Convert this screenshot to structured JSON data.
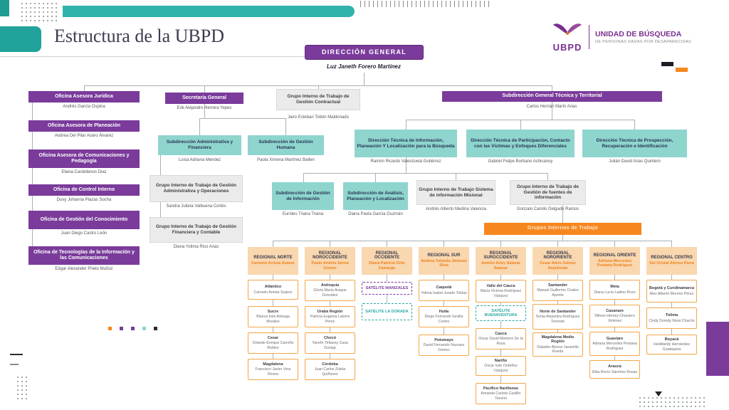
{
  "header": {
    "title": "Estructura de la UBPD",
    "logo": {
      "acronym": "UBPD",
      "line1": "UNIDAD DE BÚSQUEDA",
      "line2": "DE PERSONAS DADAS POR DESAPARECIDAS"
    }
  },
  "colors": {
    "purple": "#7A3B9B",
    "teal_box": "#8ED5CE",
    "teal_accent": "#2FB3AA",
    "orange": "#F6871F",
    "gray_box": "#EBEBEB"
  },
  "org": {
    "direccion_general": {
      "title": "DIRECCIÓN GENERAL",
      "name": "Luz Janeth Forero Martínez"
    },
    "oficinas": [
      {
        "title": "Oficina Asesora Jurídica",
        "name": "Andrés García Ospina"
      },
      {
        "title": "Oficina Asesora de Planeación",
        "name": "Andrea Del Pilar Acero Álvarez"
      },
      {
        "title": "Oficina Asesora de Comunicaciones y Pedagogía",
        "name": "Eliana Castellanos Diaz"
      },
      {
        "title": "Oficina de Control Interno",
        "name": "Duvy Johanna Plazas Socha"
      },
      {
        "title": "Oficina de Gestión del Conocimiento",
        "name": "Juan Diego Castro León"
      },
      {
        "title": "Oficina de Tecnologías de la Información y las Comunicaciones",
        "name": "Edgar Alexander Prieto Muñoz"
      }
    ],
    "secretaria_general": {
      "title": "Secretaría General",
      "name": "Erik Alejandro Herrera Yepes"
    },
    "git_contractual": {
      "title": "Grupo Interno de Trabajo de Gestión Contractual",
      "name": "Jairo Esteban Tobón Maldonado"
    },
    "sub_admin_financiera": {
      "title": "Subdirección Administrativa y Financiera",
      "name": "Luisa Adriana Mendez"
    },
    "sub_gestion_humana": {
      "title": "Subdirección de Gestión Humana",
      "name": "Paola Ximena Martínez Ballen"
    },
    "git_admin_operaciones": {
      "title": "Grupo Interno de Trabajo de Gestión Administrativa y Operaciones",
      "name": "Sandra Julieta Valbuena Cortés"
    },
    "git_financiera": {
      "title": "Grupo Interno de Trabajo de Gestión Financiera y Contable",
      "name": "Diana Yolima Rico Arias"
    },
    "sub_general_tecnica": {
      "title": "Subdirección General Técnica y Territorial",
      "name": "Carlos Hernán Marín Arias"
    },
    "direcciones_tecnicas": [
      {
        "title": "Dirección Técnica de Información, Planeación Y Localización para la Búsqueda",
        "name": "Ramón Ricardo Valenzuela Gutiérrez"
      },
      {
        "title": "Dirección Técnica de Participación, Contacto con las Víctimas y Enfoques Diferenciales",
        "name": "Gabriel Felipe Burbano Achicanoy"
      },
      {
        "title": "Dirección Técnica de Prospección, Recuperación e Identificación",
        "name": "Julián David Arias Quintero"
      }
    ],
    "sub_gestion_informacion": {
      "title": "Subdirección de Gestión de Información",
      "name": "Eurídes Triana Triana"
    },
    "sub_analisis": {
      "title": "Subdirección de Análisis, Planeación y Localización",
      "name": "Diana Paola García Guzmán"
    },
    "git_sistema_misional": {
      "title": "Grupo Interno de Trabajo Sistema de información Misional",
      "name": "Andrés Alberto Medina Valencia"
    },
    "git_fuentes": {
      "title": "Grupo Interno de Trabajo de Gestión de fuentes de información",
      "name": "Gonzalo Camilo Delgado Ramos"
    },
    "banner": "Grupos Internos de Trabajo",
    "regionales": [
      {
        "title": "REGIONAL NORTE",
        "name": "Carmelo Arrieta Suárez",
        "units": [
          {
            "title": "Atlántico",
            "name": "Carmelo Arrieta Suárez"
          },
          {
            "title": "Sucre",
            "name": "Blanca Inés Arteaga Morales"
          },
          {
            "title": "Cesar",
            "name": "Orlando Enrique Carreño Robles"
          },
          {
            "title": "Magdalena",
            "name": "Francisco Javier Vera Rivera"
          }
        ]
      },
      {
        "title": "REGIONAL NOROCCIDENTE",
        "name": "Paulo Andrés Serna Gómez",
        "units": [
          {
            "title": "Antioquia",
            "name": "Gloria María Araque González"
          },
          {
            "title": "Urabá Región",
            "name": "Patricia Eugenia Latorre Perez"
          },
          {
            "title": "Chocó",
            "name": "Yaneth Yirliasny Casa Dunlap"
          },
          {
            "title": "Córdoba",
            "name": "Juan Carlos Zuleta Quiñonez"
          }
        ]
      },
      {
        "title": "REGIONAL OCCIDENTE",
        "name": "Diana Patricia Ortiz Camargo",
        "units": [
          {
            "title": "SATÉLITE MANIZALES",
            "name": ""
          },
          {
            "title": "SATÉLITE LA DORADA",
            "name": ""
          }
        ]
      },
      {
        "title": "REGIONAL SUR",
        "name": "Andrea Yolanda Jiménez Silva",
        "units": [
          {
            "title": "Caquetá",
            "name": "Yolima Isabel Jurado Tobías"
          },
          {
            "title": "Huila",
            "name": "Diego Fernando Sevilla Cortes"
          },
          {
            "title": "Putumayo",
            "name": "David Fernando Narvaez Gomez"
          }
        ]
      },
      {
        "title": "REGIONAL SUROCCIDENTE",
        "name": "Andrés Arley Salazar Salazar",
        "units": [
          {
            "title": "Valle del Cauca",
            "name": "María Victoria Rodríguez Vásquez"
          },
          {
            "title": "SATÉLITE BUENAVENTURA",
            "name": ""
          },
          {
            "title": "Cauca",
            "name": "Oscar David Montero De la Rosa"
          },
          {
            "title": "Nariño",
            "name": "Oscar Iván Ordoñez Vásquez"
          },
          {
            "title": "Pacífico Nariñense",
            "name": "Amanda Carlota Castillo Tenorio"
          }
        ]
      },
      {
        "title": "REGIONAL NORORIENTE",
        "name": "Cesar Abrio Gómez Sepúlveda",
        "units": [
          {
            "title": "Santander",
            "name": "Manuel Guillermo Criales Aponte"
          },
          {
            "title": "Norte de Santander",
            "name": "Sonia Alejandra Rodríguez Torrente"
          },
          {
            "title": "Magdalena Medio Región",
            "name": "Daladier Alonso Jaramillo Rueda"
          }
        ]
      },
      {
        "title": "REGIONAL ORIENTE",
        "name": "Adriana Mercedes Pestana Rodríguez",
        "units": [
          {
            "title": "Meta",
            "name": "Diana Lucía Ladino Rozo"
          },
          {
            "title": "Casanare",
            "name": "Wilson Herney Chavarro Jiménez"
          },
          {
            "title": "Guaviare",
            "name": "Adriana Mercedes Pestana Rodríguez"
          },
          {
            "title": "Arauca",
            "name": "Elba Rocío Sánchez Rosas"
          }
        ]
      },
      {
        "title": "REGIONAL CENTRO",
        "name": "Sol Cristal Alonso Parra",
        "units": [
          {
            "title": "Bogotá y Cundinamarca",
            "name": "Alex Alberto Moreno Pérez"
          },
          {
            "title": "Tolima",
            "name": "Cindy Dorody Nova Chacón"
          },
          {
            "title": "Boyacá",
            "name": "Heidibeldy Hernández Guataquira"
          }
        ]
      }
    ]
  }
}
